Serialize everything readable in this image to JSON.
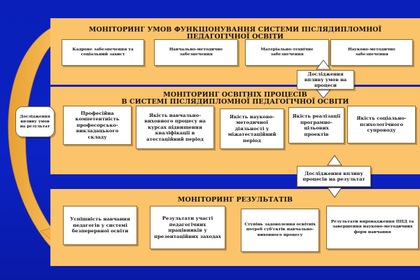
{
  "panel1": {
    "title_line1": "МОНІТОРИНГ УМОВ ФУНКЦІОНУВАННЯ  СИСТЕМИ ПІСЛЯДИПЛОМНОЇ",
    "title_line2": "ПЕДАГОГІЧНОЇ ОСВІТИ",
    "boxes": [
      "Кадрове забезпечення та соціальний захист",
      "Навчально-методичне забезпечення",
      "Матеріально-технічне забезпечення",
      "Науково-методичне забезпечення"
    ]
  },
  "connector1": "Дослідження впливу умов на процеси",
  "panel2": {
    "title_line1": "МОНІТОРИНГ ОСВІТНІХ ПРОЦЕСІВ",
    "title_line2": "В СИСТЕМІ ПІСЛЯДИПЛОМНОЇ ПЕДАГОГІЧНОЇ ОСВІТИ",
    "boxes": [
      "Професійна компетентність професорсько-викладацького складу",
      "Якість навчально-виховного процесу на курсах підвищення кваліфікації в атестаційний період",
      "Якість науково-методичної діяльності у міжатестаційний період",
      "Якість реалізації програмно-цільових проектів",
      "Якість соціально-психологічного супроводу"
    ]
  },
  "side_bubble": "Дослідження впливу умов на результат",
  "connector2": "Дослідження впливу процесів на результат",
  "panel3": {
    "title": "МОНІТОРИНГ РЕЗУЛЬТАТІВ",
    "boxes": [
      "Успішність навчання педагогів у системі безперервної освіти",
      "Результати участі педагогічних працівників у презентаційних заходах",
      "Ступінь задоволення освітніх потреб суб'єктів навчально-виховного процесу",
      "Результати впровадження ППД та завершення науково-методичних форм навчання"
    ]
  },
  "colors": {
    "background": "#0a1fb8",
    "panel": "#fbc36a",
    "arrow": "#f2b040"
  }
}
